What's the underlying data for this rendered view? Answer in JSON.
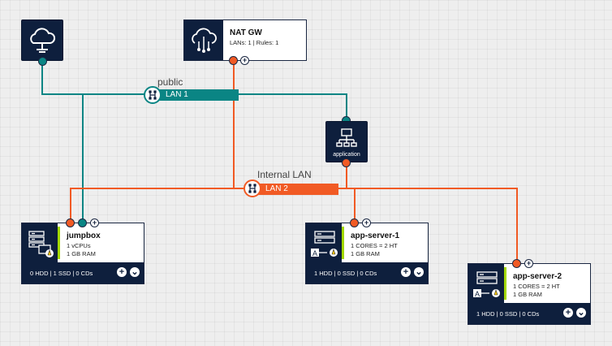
{
  "colors": {
    "public_lan": "#0a8584",
    "internal_lan": "#f15a24",
    "node_dark": "#0e1f3d",
    "status_green": "#a3d800"
  },
  "internet": {
    "icon": "internet-cloud-icon"
  },
  "nat_gw": {
    "title": "NAT GW",
    "subtitle": "LANs: 1 | Rules: 1",
    "icon": "cloud-network-icon"
  },
  "lans": [
    {
      "label": "public",
      "name": "LAN 1",
      "color": "#0a8584"
    },
    {
      "label": "Internal LAN",
      "name": "LAN 2",
      "color": "#f15a24"
    }
  ],
  "application": {
    "label": "application",
    "icon": "load-balancer-icon"
  },
  "servers": [
    {
      "name": "jumpbox",
      "line1": "1 vCPUs",
      "line2": "1 GB RAM",
      "storage": "0 HDD | 1 SSD | 0 CDs",
      "icon": "server-rack-icon"
    },
    {
      "name": "app-server-1",
      "line1": "1 CORES = 2 HT",
      "line2": "1 GB RAM",
      "storage": "1 HDD | 0 SSD | 0 CDs",
      "icon": "server-rack-icon"
    },
    {
      "name": "app-server-2",
      "line1": "1 CORES = 2 HT",
      "line2": "1 GB RAM",
      "storage": "1 HDD | 0 SSD | 0 CDs",
      "icon": "server-rack-icon"
    }
  ]
}
